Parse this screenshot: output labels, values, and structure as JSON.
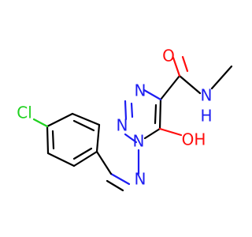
{
  "molecule": {
    "labels": {
      "carbonyl_oxygen": "O",
      "amide_nitrogen": "N",
      "amide_hydrogen": "H",
      "hydroxyl": "OH",
      "ring_nitrogen_top": "N",
      "ring_nitrogen_mid": "N",
      "ring_nitrogen_bottom": "N",
      "imine_nitrogen": "N",
      "chlorine": "Cl"
    },
    "colors": {
      "carbon": "#000000",
      "oxygen": "#ff0d0d",
      "nitrogen": "#1d1df2",
      "chlorine": "#1fd11f"
    }
  }
}
